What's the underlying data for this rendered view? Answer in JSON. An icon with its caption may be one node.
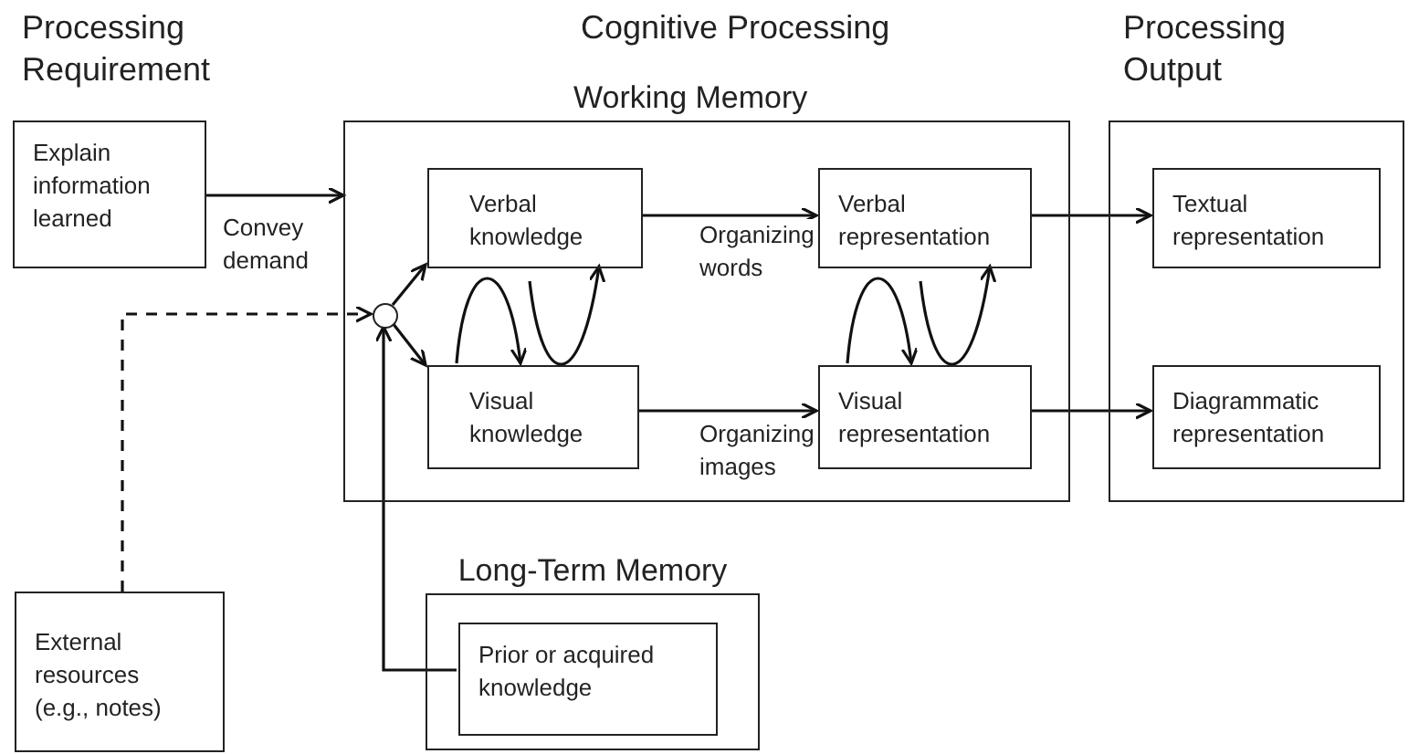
{
  "diagram": {
    "nodes": [
      {
        "text": [
          "Explain information learned"
        ]
      },
      {
        "text": [
          "Working Memory"
        ]
      },
      {
        "text": [
          "Verbal knowledge"
        ],
        "in": 1
      },
      {
        "text": [
          "Visual knowledge"
        ],
        "in": 1
      },
      {
        "text": [
          "Verbal representation"
        ],
        "in": 1
      },
      {
        "text": [
          "Visual representation"
        ],
        "in": 1
      },
      {
        "text": [],
        "shape": "circle",
        "in": 1
      },
      {
        "text": [],
        "shape": "box"
      },
      {
        "text": [
          "Textual representation"
        ],
        "in": 7
      },
      {
        "text": [
          "Diagrammatic representation"
        ],
        "in": 7
      },
      {
        "text": [
          "Long-Term Memory"
        ]
      },
      {
        "text": [
          "Prior or acquired knowledge"
        ],
        "in": 10
      },
      {
        "text": [
          "External resources (e.g., notes)"
        ]
      }
    ],
    "edges": [
      {
        "from": 0,
        "to": 1,
        "arrow": "to",
        "label": "Convey demand"
      },
      {
        "from": 12,
        "to": 6,
        "arrow": "to",
        "style": "dashed"
      },
      {
        "from": 11,
        "to": 6,
        "arrow": "to"
      },
      {
        "from": 6,
        "to": 2,
        "arrow": "to"
      },
      {
        "from": 6,
        "to": 3,
        "arrow": "to"
      },
      {
        "from": 2,
        "to": 4,
        "arrow": "to",
        "label": "Organizing words"
      },
      {
        "from": 3,
        "to": 5,
        "arrow": "to",
        "label": "Organizing images"
      },
      {
        "from": 3,
        "to": 3,
        "arrow": "to"
      },
      {
        "from": 2,
        "to": 2,
        "arrow": "to"
      },
      {
        "from": 5,
        "to": 5,
        "arrow": "to"
      },
      {
        "from": 4,
        "to": 4,
        "arrow": "to"
      },
      {
        "from": 4,
        "to": 8,
        "arrow": "to"
      },
      {
        "from": 5,
        "to": 9,
        "arrow": "to"
      }
    ],
    "labels": [
      "Processing Requirement",
      "Cognitive Processing",
      "Processing Output"
    ]
  }
}
